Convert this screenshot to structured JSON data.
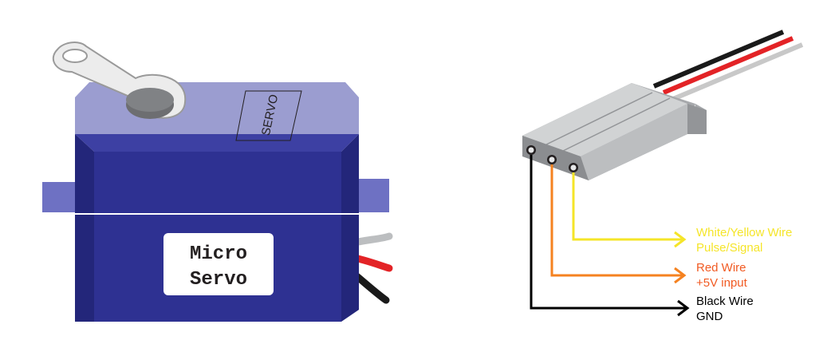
{
  "servo": {
    "top_label": "SERVO",
    "name_line1": "Micro",
    "name_line2": "Servo",
    "colors": {
      "body_top": "#9b9dd0",
      "body_front": "#2e3192",
      "body_side": "#23267a",
      "horn": "#ececec",
      "horn_hub": "#6d6e71"
    }
  },
  "connector": {
    "wires": [
      {
        "line1": "White/Yellow Wire",
        "line2": "Pulse/Signal",
        "color": "#f5e529"
      },
      {
        "line1": "Red Wire",
        "line2": "+5V input",
        "color": "#f15a22"
      },
      {
        "line1": "Black Wire",
        "line2": "GND",
        "color": "#000000"
      }
    ],
    "cable_colors": [
      "#1a1a1a",
      "#e32326",
      "#c8c8c8"
    ]
  }
}
